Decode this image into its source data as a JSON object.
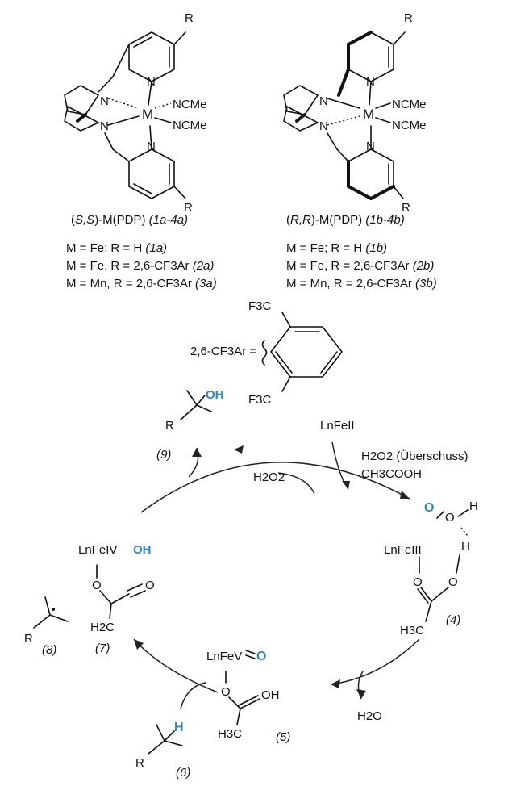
{
  "colors": {
    "highlight": "#2e86c1",
    "ink": "#111111"
  },
  "atoms": {
    "R": "R",
    "N": "N",
    "M": "M",
    "NCMe": "NCMe",
    "F3C": "F3C",
    "O": "O",
    "H": "H",
    "OH": "OH",
    "H2C": "H2C",
    "H3C": "H3C"
  },
  "complexes": {
    "left_name_prefix": "(",
    "left_name_config": "S,S",
    "left_name_body": ")-M(PDP) ",
    "left_name_range": "(1a-4a)",
    "right_name_prefix": "(",
    "right_name_config": "R,R",
    "right_name_body": ")-M(PDP) ",
    "right_name_range": "(1b-4b)",
    "left_defs": [
      {
        "text": "M = Fe; R = H ",
        "label": "(1a)"
      },
      {
        "text": "M = Fe, R =  2,6-CF3Ar ",
        "label": "(2a)"
      },
      {
        "text": "M = Mn, R =  2,6-CF3Ar ",
        "label": "(3a)"
      }
    ],
    "right_defs": [
      {
        "text": "M = Fe; R = H ",
        "label": "(1b)"
      },
      {
        "text": "M = Fe, R =  2,6-CF3Ar ",
        "label": "(2b)"
      },
      {
        "text": "M = Mn, R =  2,6-CF3Ar ",
        "label": "(3b)"
      }
    ],
    "aryl_def": "2,6-CF3Ar = "
  },
  "cycle": {
    "fe_start": "LnFeII",
    "reagent_excess": "H2O2 (Überschuss)",
    "reagent_acid": "CH3COOH",
    "h2o2": "H2O2",
    "water": "H2O",
    "fe3": "LnFeIII",
    "fe4": "LnFeIV",
    "fe5": "LnFeV",
    "labels": {
      "c4": "(4)",
      "c5": "(5)",
      "c6": "(6)",
      "c7": "(7)",
      "c8": "(8)",
      "c9": "(9)"
    }
  }
}
